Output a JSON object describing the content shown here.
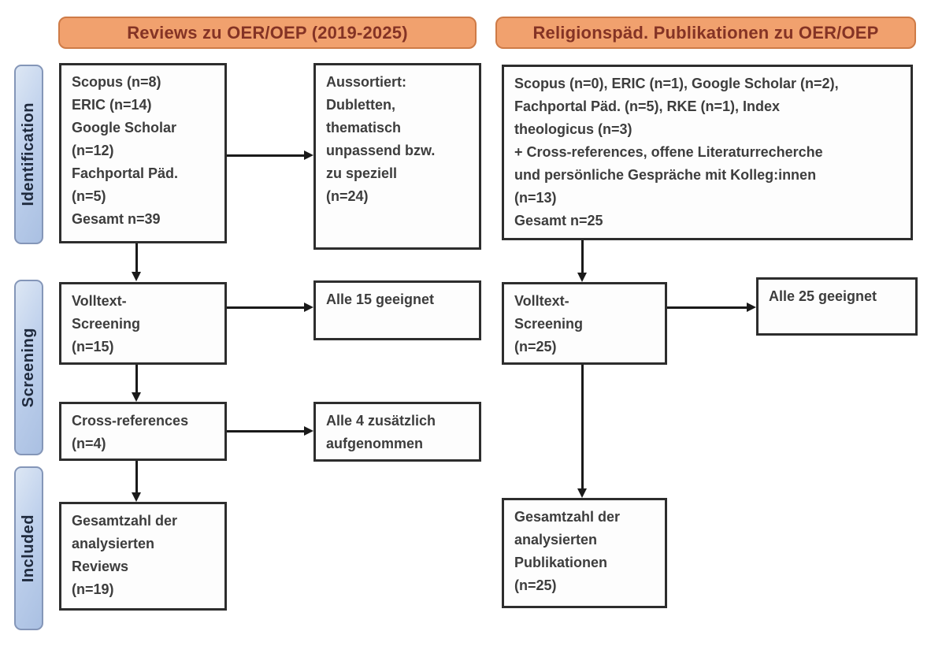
{
  "diagram": {
    "headers": {
      "left": "Reviews zu OER/OEP (2019-2025)",
      "right": "Religionspäd. Publikationen zu OER/OEP"
    },
    "stage_labels": {
      "identification": "Identification",
      "screening": "Screening",
      "included": "Included"
    },
    "left_flow": {
      "sources": "Scopus (n=8)\nERIC (n=14)\nGoogle Scholar\n(n=12)\nFachportal Päd.\n(n=5)\nGesamt n=39",
      "excluded": "Aussortiert:\nDubletten,\nthematisch\nunpassend bzw.\nzu speziell\n(n=24)",
      "fulltext": "Volltext-\nScreening\n(n=15)",
      "fulltext_result": "Alle 15 geeignet",
      "crossref": "Cross-references\n(n=4)",
      "crossref_result": "Alle 4 zusätzlich\naufgenommen",
      "included": "Gesamtzahl der\nanalysierten\nReviews\n(n=19)"
    },
    "right_flow": {
      "sources": "Scopus (n=0), ERIC (n=1), Google Scholar (n=2),\nFachportal Päd. (n=5), RKE (n=1), Index\ntheologicus (n=3)\n+ Cross-references, offene Literaturrecherche\nund persönliche Gespräche mit Kolleg:innen\n(n=13)\nGesamt n=25",
      "fulltext": "Volltext-\nScreening\n(n=25)",
      "fulltext_result": "Alle 25 geeignet",
      "included": "Gesamtzahl der\nanalysierten\nPublikationen\n(n=25)"
    },
    "colors": {
      "header_fill": "#F1A16E",
      "header_border": "#CE7B47",
      "header_text": "#843325",
      "stage_fill": "#B7CBE9",
      "stage_border": "#8496B8",
      "stage_text": "#1F2A3D",
      "box_border": "#2D2D2D",
      "body_text": "#3D3D3D",
      "arrow": "#1A1A1A"
    }
  }
}
